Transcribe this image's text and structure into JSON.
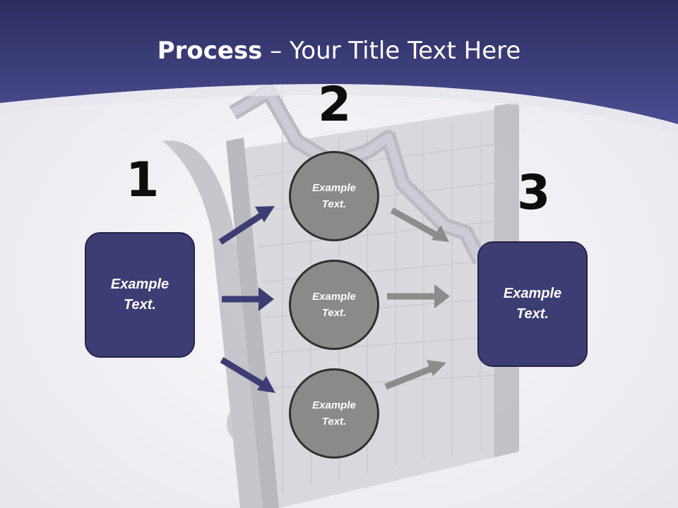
{
  "title": {
    "bold": "Process",
    "rest": " – Your Title Text Here"
  },
  "steps": {
    "n1": "1",
    "n2": "2",
    "n3": "3"
  },
  "left_box": {
    "text": "Example\nText."
  },
  "right_box": {
    "text": "Example\nText."
  },
  "circles": [
    {
      "text": "Example\nText."
    },
    {
      "text": "Example\nText."
    },
    {
      "text": "Example\nText."
    }
  ],
  "colors": {
    "banner": "#3d3f7e",
    "box": "#3d3d74",
    "circle": "#8a8a8a",
    "arrow_dark": "#3d3d74",
    "arrow_grey": "#8c8c8c"
  }
}
